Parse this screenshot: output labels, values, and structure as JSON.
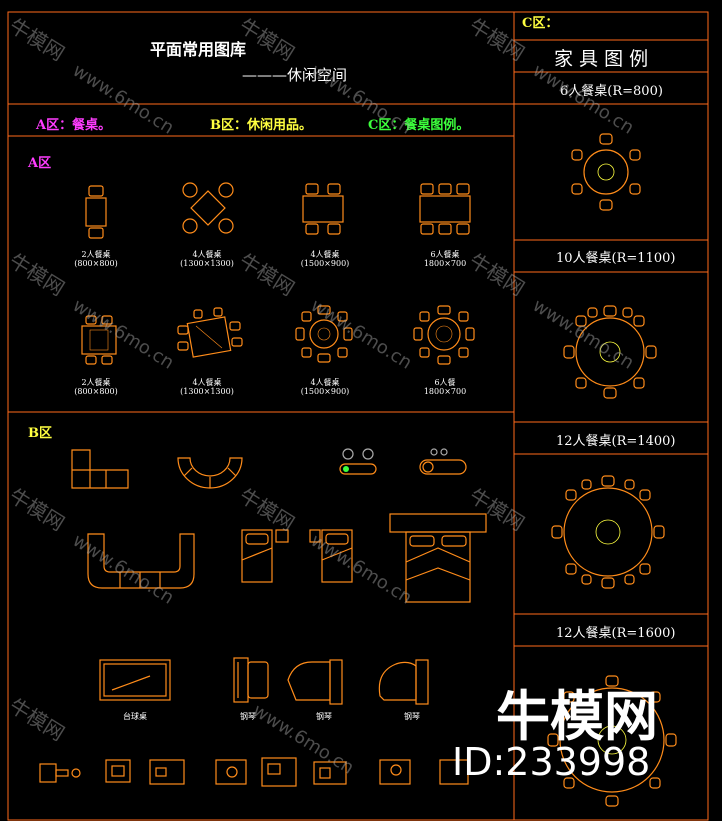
{
  "title": {
    "main": "平面常用图库",
    "sub": "———休闲空间"
  },
  "zones": {
    "a_header": "A区：餐桌。",
    "b_header": "B区：休闲用品。",
    "c_header": "C区：餐桌图例。",
    "a_label": "A区",
    "b_label": "B区",
    "c_label": "C区：",
    "c_title": "家 具 图 例"
  },
  "a_items": [
    {
      "name": "2人餐桌",
      "size": "(800×800)"
    },
    {
      "name": "4人餐桌",
      "size": "(1300×1300)"
    },
    {
      "name": "4人餐桌",
      "size": "(1500×900)"
    },
    {
      "name": "6人餐桌",
      "size": "1800×700"
    },
    {
      "name": "2人餐桌",
      "size": "(800×800)"
    },
    {
      "name": "4人餐桌",
      "size": "(1300×1300)"
    },
    {
      "name": "4人餐桌",
      "size": "(1500×900)"
    },
    {
      "name": "6人餐",
      "size": "1800×700"
    }
  ],
  "b_items": [
    "台球桌",
    "钢琴",
    "钢琴",
    "钢琴"
  ],
  "c_items": [
    "6人餐桌(R=800)",
    "10人餐桌(R=1100)",
    "12人餐桌(R=1400)",
    "12人餐桌(R=1600)"
  ],
  "watermark": {
    "brand": "牛模网",
    "url": "www.6mo.cn",
    "id": "ID:233998"
  },
  "colors": {
    "bg": "#000000",
    "frame": "#ff6a1a",
    "furniture": "#ff8c1a",
    "yellow": "#ffff40",
    "magenta": "#ff3cff",
    "green": "#3cff3c"
  }
}
